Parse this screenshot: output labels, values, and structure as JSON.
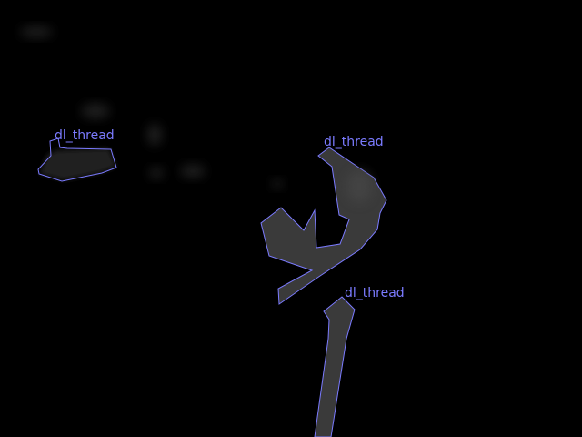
{
  "image": {
    "background_color": "#000000",
    "annotation_color": "#7b7bff",
    "region_fill_color": "#3a3a3a"
  },
  "annotations": [
    {
      "label": "dl_thread"
    },
    {
      "label": "dl_thread"
    },
    {
      "label": "dl_thread"
    }
  ]
}
